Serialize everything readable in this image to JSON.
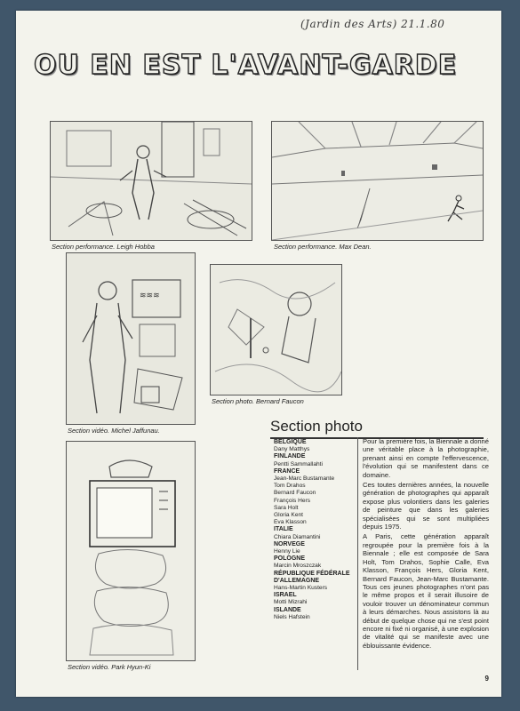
{
  "annotation": "(Jardin des Arts) 21.1.80",
  "headline": "OU EN EST L'AVANT-GARDE",
  "captions": {
    "top_left": "Section performance. Leigh Hobba",
    "top_right": "Section performance. Max Dean.",
    "middle_left": "Section vidéo. Michel Jaffunau.",
    "middle_right": "Section photo. Bernard Faucon",
    "bottom_left": "Section vidéo. Park Hyun-Ki"
  },
  "section_title": "Section photo",
  "artist_list": [
    {
      "country": "BELGIQUE",
      "artists": [
        "Dany Matthys"
      ]
    },
    {
      "country": "FINLANDE",
      "artists": [
        "Pentti Sammallahti"
      ]
    },
    {
      "country": "FRANCE",
      "artists": [
        "Jean-Marc Bustamante",
        "Tom Drahos",
        "Bernard Faucon",
        "François Hers",
        "Sara Holt",
        "Gloria Kent",
        "Eva Klasson"
      ]
    },
    {
      "country": "ITALIE",
      "artists": [
        "Chiara Diamantini"
      ]
    },
    {
      "country": "NORVEGE",
      "artists": [
        "Henny Lie"
      ]
    },
    {
      "country": "POLOGNE",
      "artists": [
        "Marcin Mroszczak"
      ]
    },
    {
      "country": "RÉPUBLIQUE FÉDÉRALE D'ALLEMAGNE",
      "artists": [
        "Hans-Martin Kusters"
      ]
    },
    {
      "country": "ISRAEL",
      "artists": [
        "Motti Mizrahi"
      ]
    },
    {
      "country": "ISLANDE",
      "artists": [
        "Niels Hafstein"
      ]
    }
  ],
  "body_paragraphs": [
    "Pour la première fois, la Biennale a donné une véritable place à la photographie, prenant ainsi en compte l'effervescence, l'évolution qui se manifestent dans ce domaine.",
    "Ces toutes dernières années, la nouvelle génération de photographes qui apparaît expose plus volontiers dans les galeries de peinture que dans les galeries spécialisées qui se sont multipliées depuis 1975.",
    "A Paris, cette génération apparaît regroupée pour la première fois à la Biennale ; elle est composée de Sara Holt, Tom Drahos, Sophie Calle, Eva Klasson, François Hers, Gloria Kent, Bernard Faucon, Jean-Marc Bustamante. Tous ces jeunes photographes n'ont pas le même propos et il serait illusoire de vouloir trouver un dénominateur commun à leurs démarches. Nous assistons là au début de quelque chose qui ne s'est point encore ni fixé ni organisé, à une explosion de vitalité qui se manifeste avec une éblouissante évidence."
  ],
  "page_number": "9"
}
